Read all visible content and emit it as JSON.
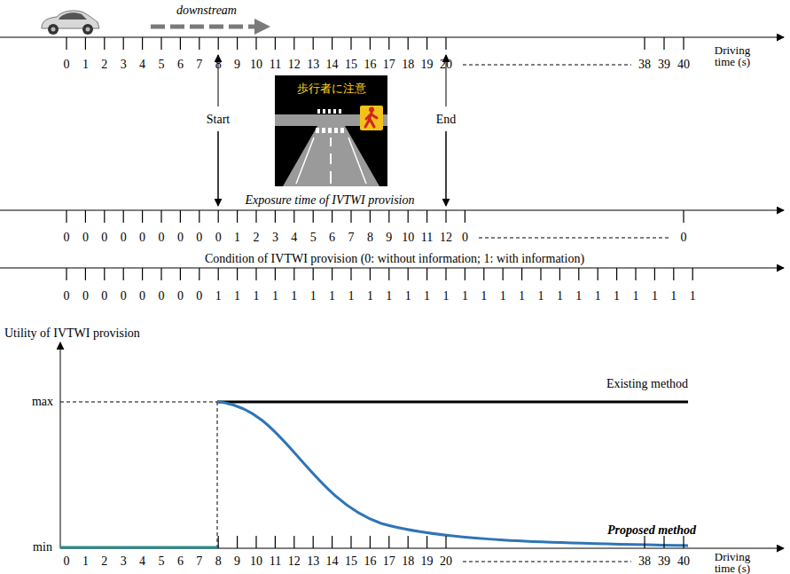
{
  "diagram": {
    "nodes": [
      {
        "text": [
          "歩行者に注意"
        ]
      }
    ],
    "labels": [
      "downstream",
      "Driving time (s)",
      "Start",
      "End",
      "Exposure time of IVTWI provision",
      "Condition of IVTWI provision (0: without information; 1: with information)",
      "Utility of IVTWI provision",
      "max",
      "Existing method",
      "min",
      "Proposed method",
      "Driving time (s)",
      "0",
      "1",
      "2",
      "3",
      "4",
      "5",
      "6",
      "7",
      "8",
      "9",
      "10",
      "11",
      "12",
      "13",
      "14",
      "15",
      "16",
      "17",
      "18",
      "19",
      "20",
      "38",
      "39",
      "40",
      "0",
      "0",
      "0",
      "0",
      "0",
      "0",
      "0",
      "0",
      "0",
      "1",
      "2",
      "3",
      "4",
      "5",
      "6",
      "7",
      "8",
      "9",
      "10",
      "11",
      "12",
      "0",
      "0",
      "0",
      "0",
      "0",
      "0",
      "0",
      "0",
      "0",
      "0",
      "1",
      "1",
      "1",
      "1",
      "1",
      "1",
      "1",
      "1",
      "1",
      "1",
      "1",
      "1",
      "1",
      "1",
      "1",
      "1",
      "1",
      "1",
      "1",
      "1",
      "1",
      "1",
      "1",
      "1",
      "1",
      "1",
      "0",
      "1",
      "2",
      "3",
      "4",
      "5",
      "6",
      "7",
      "8",
      "9",
      "10",
      "11",
      "12",
      "13",
      "14",
      "15",
      "16",
      "17",
      "18",
      "19",
      "20",
      "38",
      "39",
      "40"
    ]
  }
}
